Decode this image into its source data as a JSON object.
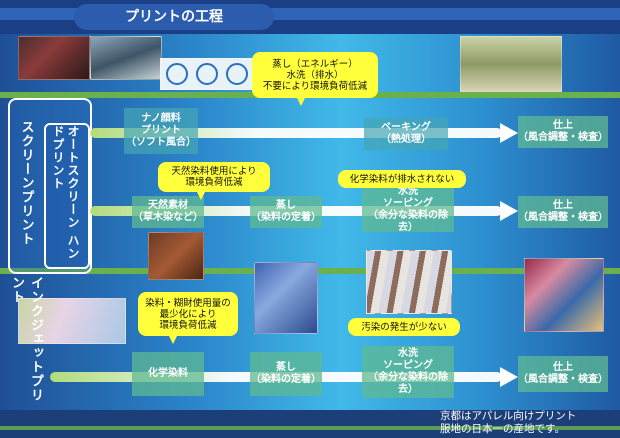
{
  "title": "プリントの工程",
  "footer": {
    "line1": "京都はアパレル向けプリント",
    "line2": "服地の日本一の産地です。"
  },
  "rows": {
    "screen": {
      "label": "スクリーンプリント",
      "sublabel": "オートスクリーン ハンドプリント"
    },
    "inkjet": {
      "label": "インクジェットプリント"
    }
  },
  "boxes": {
    "nano": "ナノ顔料\nプリント\n（ソフト風合）",
    "baking": "ベーキング\n（熱処理）",
    "finish1": "仕上\n（風合調整・検査）",
    "natural_material": "天然素材\n（草木染など）",
    "steam1": "蒸し\n（染料の定着）",
    "wash1": "水洗\nソーピング\n（余分な染料の除去）",
    "finish2": "仕上\n（風合調整・検査）",
    "chem_dye": "化学染料",
    "steam2": "蒸し\n（染料の定着）",
    "wash2": "水洗\nソーピング\n（余分な染料の除去）",
    "finish3": "仕上\n（風合調整・検査）"
  },
  "callouts": {
    "energy": "蒸し（エネルギー）\n水洗（排水）\n不要により環境負荷低減",
    "natural_dye": "天然染料使用により\n環境負荷低減",
    "no_drain": "化学染料が排水されない",
    "less_dye": "染料・糊財使用量の\n最少化により\n環境負荷低減",
    "less_pollution": "汚染の発生が少ない"
  },
  "colors": {
    "accent_yellow": "#ffff3c",
    "green_band": "#6ab04c",
    "navy": "#1a3f84"
  }
}
